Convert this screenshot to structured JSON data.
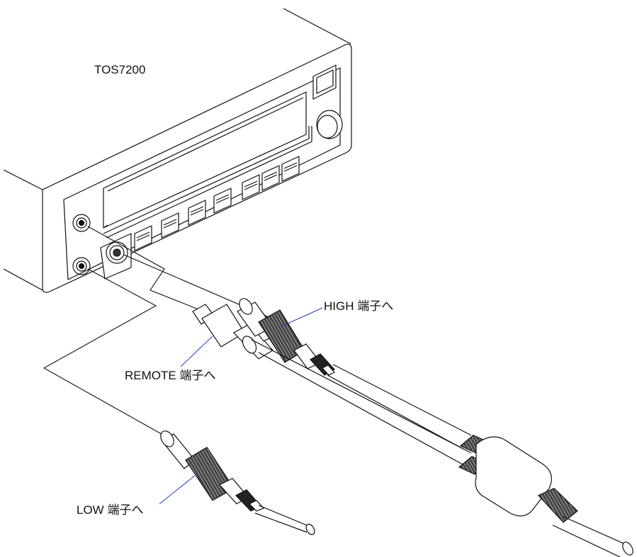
{
  "diagram": {
    "device_label": "TOS7200",
    "callouts": {
      "high": "HIGH 端子へ",
      "remote": "REMOTE 端子へ",
      "low": "LOW 端子へ"
    },
    "colors": {
      "leader_line": "#1f3fbf",
      "outline": "#111111",
      "knurl": "#333333"
    }
  }
}
